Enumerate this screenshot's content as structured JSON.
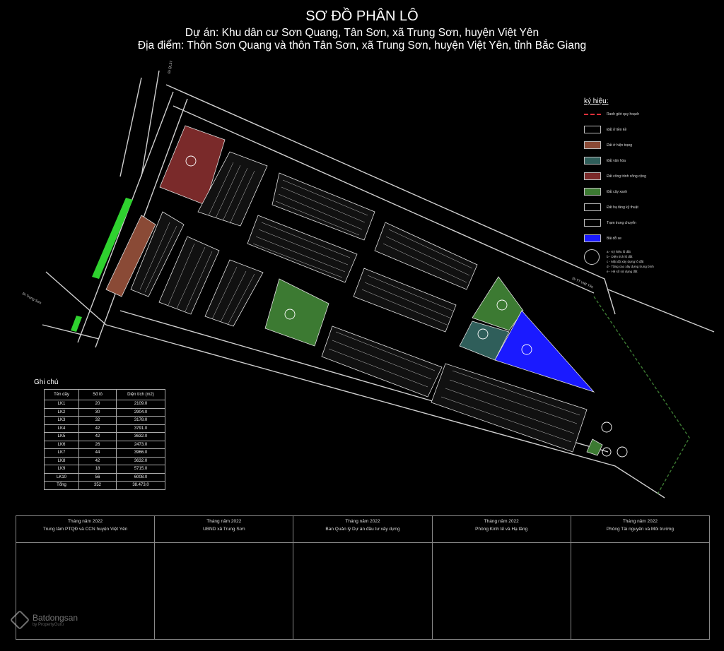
{
  "header": {
    "title": "SƠ ĐỒ PHÂN LÔ",
    "project": "Dự án: Khu dân cư Sơn Quang, Tân Sơn, xã Trung Sơn, huyện Việt Yên",
    "location": "Địa điểm: Thôn Sơn Quang và thôn Tân Sơn, xã Trung Sơn, huyện Việt Yên, tỉnh Bắc Giang"
  },
  "legend": {
    "heading": "ký hiệu:",
    "items": [
      {
        "label": "Ranh giới quy hoạch",
        "color": "#e0303a"
      },
      {
        "label": "Đất ở liền kề",
        "color": "#000000"
      },
      {
        "label": "Đất ở hiện trạng",
        "color": "#8a4a36"
      },
      {
        "label": "Đất văn hóa",
        "color": "#2f5e5a"
      },
      {
        "label": "Đất công trình công cộng",
        "color": "#7a2a2a"
      },
      {
        "label": "Đất cây xanh",
        "color": "#3c7a32"
      },
      {
        "label": "Đất hạ tầng kỹ thuật",
        "color": "#000000"
      },
      {
        "label": "Trạm trung chuyển",
        "color": "#000000"
      },
      {
        "label": "Bãi đỗ xe",
        "color": "#1a1aff"
      }
    ],
    "notes": [
      "a - Ký hiệu lô đất",
      "b - Diện tích lô đất",
      "c - Mật độ xây dựng lô đất",
      "d - Tầng cao xây dựng trung bình",
      "e - Hệ số sử dụng đất"
    ]
  },
  "table": {
    "heading": "Ghi chú",
    "columns": [
      "Tên dãy",
      "Số lô",
      "Diện tích (m2)"
    ],
    "rows": [
      [
        "LK1",
        "20",
        "2109.0"
      ],
      [
        "LK2",
        "30",
        "2904.0"
      ],
      [
        "LK3",
        "32",
        "3178.0"
      ],
      [
        "LK4",
        "42",
        "3791.0"
      ],
      [
        "LK5",
        "42",
        "3632.0"
      ],
      [
        "LK6",
        "26",
        "2473.0"
      ],
      [
        "LK7",
        "44",
        "3966.0"
      ],
      [
        "LK8",
        "42",
        "3632.0"
      ],
      [
        "LK9",
        "18",
        "5715.0"
      ],
      [
        "LK10",
        "56",
        "6008.0"
      ],
      [
        "Tổng",
        "352",
        "38.473,0"
      ]
    ]
  },
  "signatures": [
    {
      "date": "Tháng     năm 2022",
      "org": "Trung tâm PTQĐ và CCN huyện Việt Yên"
    },
    {
      "date": "Tháng     năm 2022",
      "org": "UBND xã Trung Sơn"
    },
    {
      "date": "Tháng     năm 2022",
      "org": "Ban Quản lý Dự án đầu tư xây dựng"
    },
    {
      "date": "Tháng     năm 2022",
      "org": "Phòng Kinh tế và Hạ tầng"
    },
    {
      "date": "Tháng     năm 2022",
      "org": "Phòng Tài nguyên và Môi trường"
    }
  ],
  "roads": {
    "north": "Đi QL37",
    "west": "Đi Trung Sơn",
    "east": "Đi TT Việt Yên"
  },
  "watermark": {
    "brand": "Batdongsan",
    "sub": "by PropertyGuru"
  }
}
